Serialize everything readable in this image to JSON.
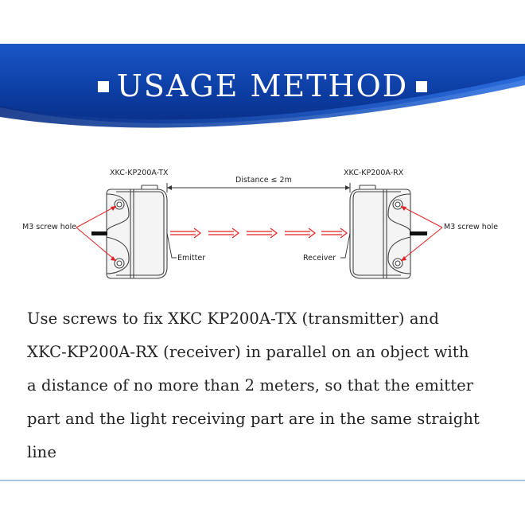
{
  "banner": {
    "title": "USAGE METHOD"
  },
  "diagram": {
    "tx_model": "XKC-KP200A-TX",
    "rx_model": "XKC-KP200A-RX",
    "distance": "Distance ≤ 2m",
    "screw_left": "M3 screw hole",
    "screw_right": "M3 screw hole",
    "emitter": "Emitter",
    "receiver": "Receiver"
  },
  "description": {
    "lines": [
      "Use screws to fix XKC KP200A-TX (transmitter) and",
      "XKC-KP200A-RX (receiver) in parallel on an object with",
      "a distance of no more than 2 meters, so that the emitter",
      "part and the light receiving part are in the same straight",
      "line"
    ]
  },
  "colors": {
    "banner": "#0d3fa6",
    "arrow": "#e02020",
    "rule": "#a9c8e6"
  }
}
